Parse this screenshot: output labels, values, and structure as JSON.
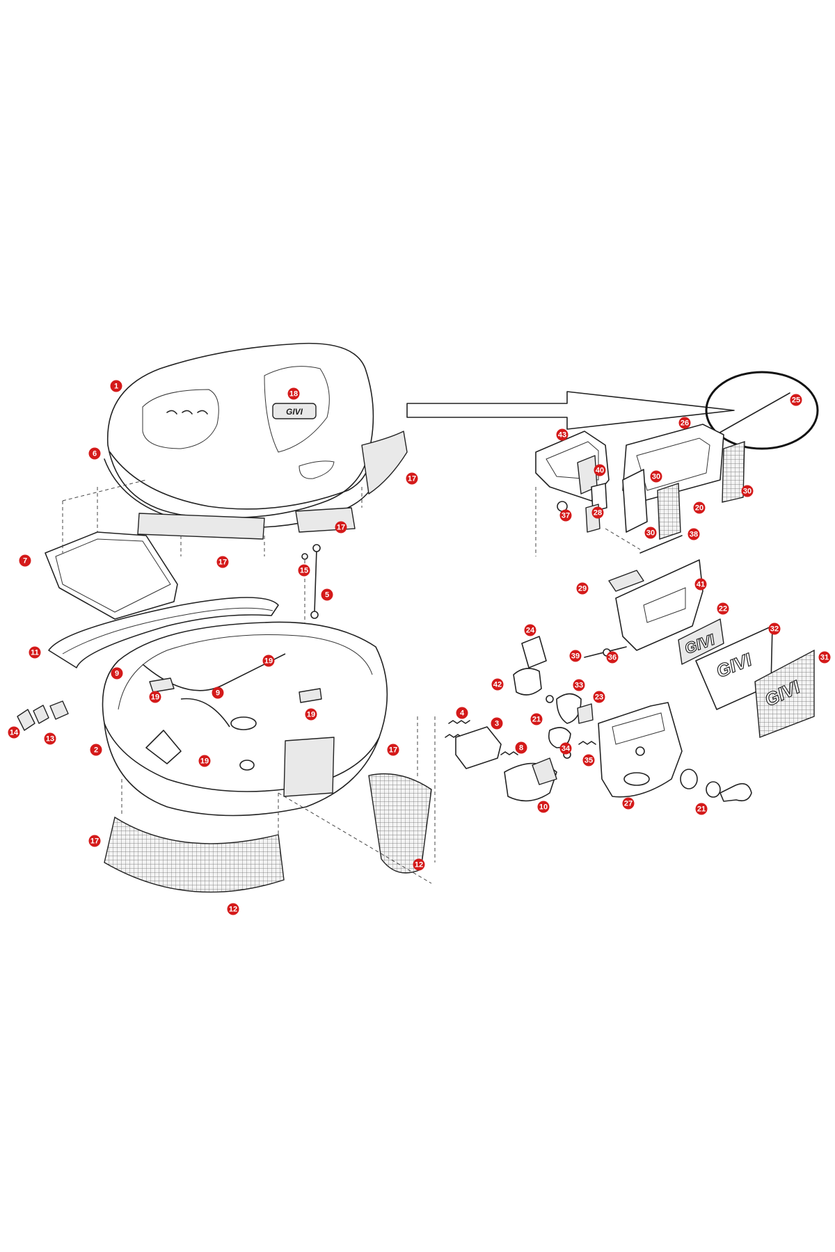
{
  "diagram": {
    "brand_logo": "GIVI",
    "callouts": [
      {
        "id": "c1",
        "label": "1"
      },
      {
        "id": "c18",
        "label": "18"
      },
      {
        "id": "c6",
        "label": "6"
      },
      {
        "id": "c17a",
        "label": "17"
      },
      {
        "id": "c17b",
        "label": "17"
      },
      {
        "id": "c17c",
        "label": "17"
      },
      {
        "id": "c7",
        "label": "7"
      },
      {
        "id": "c15",
        "label": "15"
      },
      {
        "id": "c5",
        "label": "5"
      },
      {
        "id": "c11",
        "label": "11"
      },
      {
        "id": "c9a",
        "label": "9"
      },
      {
        "id": "c19a",
        "label": "19"
      },
      {
        "id": "c9b",
        "label": "9"
      },
      {
        "id": "c19b",
        "label": "19"
      },
      {
        "id": "c19c",
        "label": "19"
      },
      {
        "id": "c19d",
        "label": "19"
      },
      {
        "id": "c14",
        "label": "14"
      },
      {
        "id": "c13",
        "label": "13"
      },
      {
        "id": "c2",
        "label": "2"
      },
      {
        "id": "c17d",
        "label": "17"
      },
      {
        "id": "c17e",
        "label": "17"
      },
      {
        "id": "c12a",
        "label": "12"
      },
      {
        "id": "c12b",
        "label": "12"
      },
      {
        "id": "c25",
        "label": "25"
      },
      {
        "id": "c43",
        "label": "43"
      },
      {
        "id": "c26",
        "label": "26"
      },
      {
        "id": "c40",
        "label": "40"
      },
      {
        "id": "c30a",
        "label": "30"
      },
      {
        "id": "c30b",
        "label": "30"
      },
      {
        "id": "c30c",
        "label": "30"
      },
      {
        "id": "c20",
        "label": "20"
      },
      {
        "id": "c37",
        "label": "37"
      },
      {
        "id": "c28",
        "label": "28"
      },
      {
        "id": "c38",
        "label": "38"
      },
      {
        "id": "c29",
        "label": "29"
      },
      {
        "id": "c41",
        "label": "41"
      },
      {
        "id": "c22",
        "label": "22"
      },
      {
        "id": "c32",
        "label": "32"
      },
      {
        "id": "c31",
        "label": "31"
      },
      {
        "id": "c24",
        "label": "24"
      },
      {
        "id": "c39",
        "label": "39"
      },
      {
        "id": "c36",
        "label": "36"
      },
      {
        "id": "c42",
        "label": "42"
      },
      {
        "id": "c33",
        "label": "33"
      },
      {
        "id": "c23",
        "label": "23"
      },
      {
        "id": "c21a",
        "label": "21"
      },
      {
        "id": "c4",
        "label": "4"
      },
      {
        "id": "c3",
        "label": "3"
      },
      {
        "id": "c8",
        "label": "8"
      },
      {
        "id": "c34",
        "label": "34"
      },
      {
        "id": "c35",
        "label": "35"
      },
      {
        "id": "c10",
        "label": "10"
      },
      {
        "id": "c27",
        "label": "27"
      },
      {
        "id": "c21b",
        "label": "21"
      }
    ]
  }
}
